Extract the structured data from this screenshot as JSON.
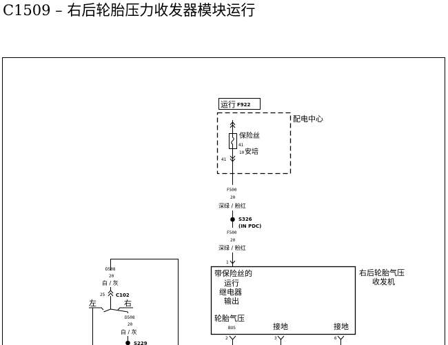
{
  "title": "C1509 – 右后轮胎压力收发器模块运行",
  "run_box": {
    "label": "运行",
    "fuse_id": "F922"
  },
  "power_center": {
    "label": "配电中心"
  },
  "fuse": {
    "label": "保险丝",
    "pin_a": "41",
    "pin_b": "41",
    "rating": "10",
    "rating_label": "安培"
  },
  "wire_f500_1": {
    "circuit": "F500",
    "gauge": "20",
    "color": "深绿 / 粉红"
  },
  "splice_s326": {
    "id": "S326",
    "location": "(IN PDC)"
  },
  "wire_f500_2": {
    "circuit": "F500",
    "gauge": "20",
    "color": "深绿 / 粉红"
  },
  "module": {
    "pin_in": "1",
    "relay_label": [
      "带保险丝的",
      "运行",
      "继电器",
      "输出"
    ],
    "name_label": [
      "右后轮胎气压",
      "收发机"
    ],
    "bus_label": "轮胎气压",
    "bus_sub": "BUS",
    "ground_label_1": "接地",
    "ground_label_2": "接地",
    "pins_bottom": [
      "2",
      "3",
      "6"
    ]
  },
  "left_wire_1": {
    "circuit": "D508",
    "gauge": "20",
    "color": "白 / 灰"
  },
  "connector_c102": {
    "pin": "25",
    "id": "C102",
    "left": "左",
    "right": "右"
  },
  "left_wire_2": {
    "circuit": "D508",
    "gauge": "20",
    "color": "白 / 灰"
  },
  "splice_s229": {
    "id": "S229"
  }
}
